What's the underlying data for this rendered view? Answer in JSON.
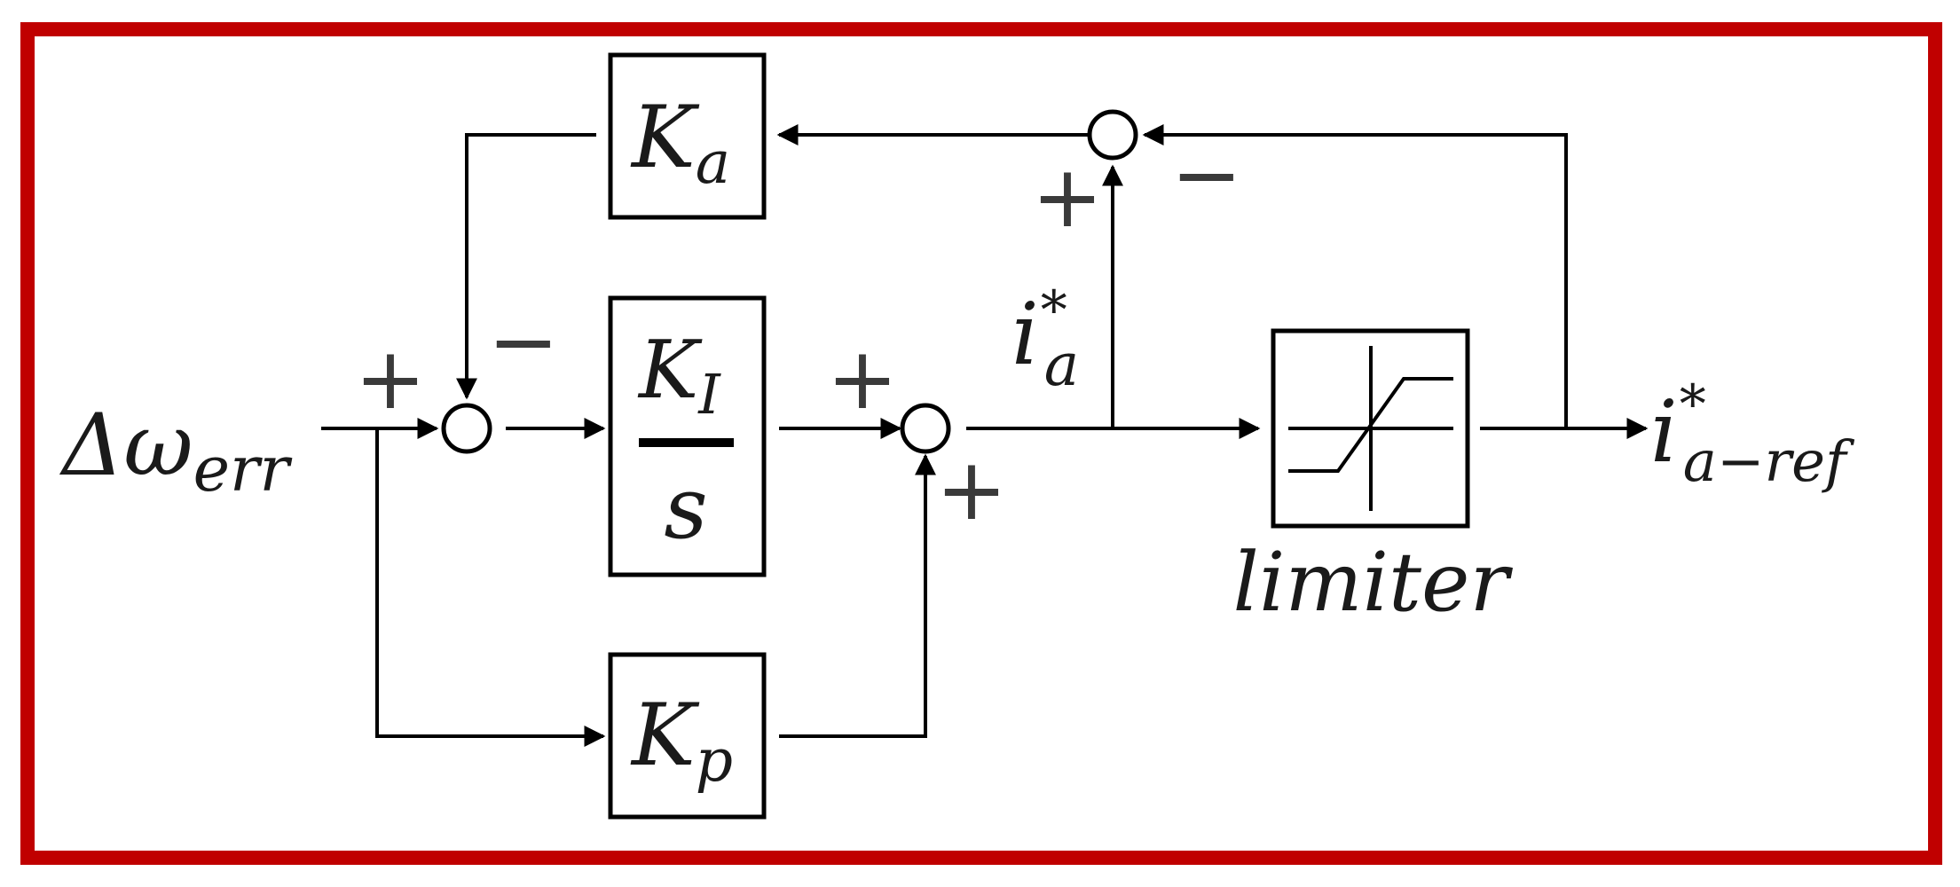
{
  "frame": {
    "border_color": "#c00000"
  },
  "input": {
    "symbol": "Δω",
    "subscript": "err"
  },
  "output": {
    "symbol": "i",
    "superscript": "*",
    "subscript": "a−ref"
  },
  "intermediate": {
    "symbol": "i",
    "superscript": "*",
    "subscript": "a"
  },
  "blocks": {
    "ka": {
      "symbol": "K",
      "subscript": "a"
    },
    "ki": {
      "symbol": "K",
      "subscript": "I",
      "denominator": "s"
    },
    "kp": {
      "symbol": "K",
      "subscript": "p"
    },
    "limiter": {
      "label": "limiter"
    }
  },
  "signs": {
    "sum1_input": "+",
    "sum1_feedback": "−",
    "sum2_integral": "+",
    "sum2_proportional": "+",
    "sum3_plus": "+",
    "sum3_minus": "−"
  }
}
